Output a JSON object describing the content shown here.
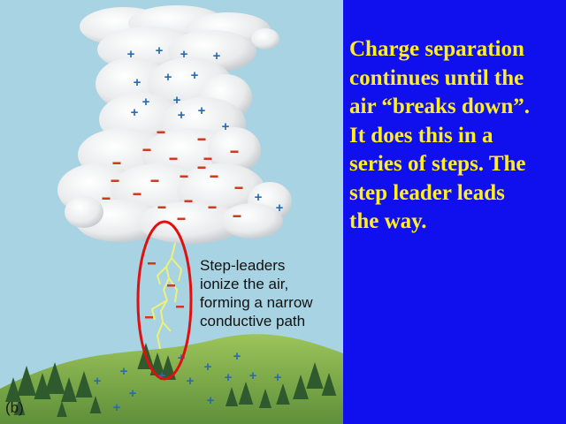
{
  "figure": {
    "label": "(b)",
    "caption_lines": [
      "Step-leaders",
      "ionize the air,",
      "forming a narrow",
      "conductive path"
    ]
  },
  "slide_text": {
    "lines": [
      "Charge  separation",
      "continues until the",
      "air “breaks down”.",
      "It does this in a",
      "series of steps. The",
      "step leader leads",
      "the way."
    ]
  },
  "colors": {
    "background": "#1010ee",
    "sky": "#a8d3e2",
    "text_yellow": "#ffee22",
    "highlight_ellipse": "#e01010",
    "positive_charge": "#2a6ab4",
    "negative_charge": "#d23a1e",
    "lightning": "#eef07a",
    "hill": "#7fb04c",
    "trees": "#2e5a2e"
  }
}
